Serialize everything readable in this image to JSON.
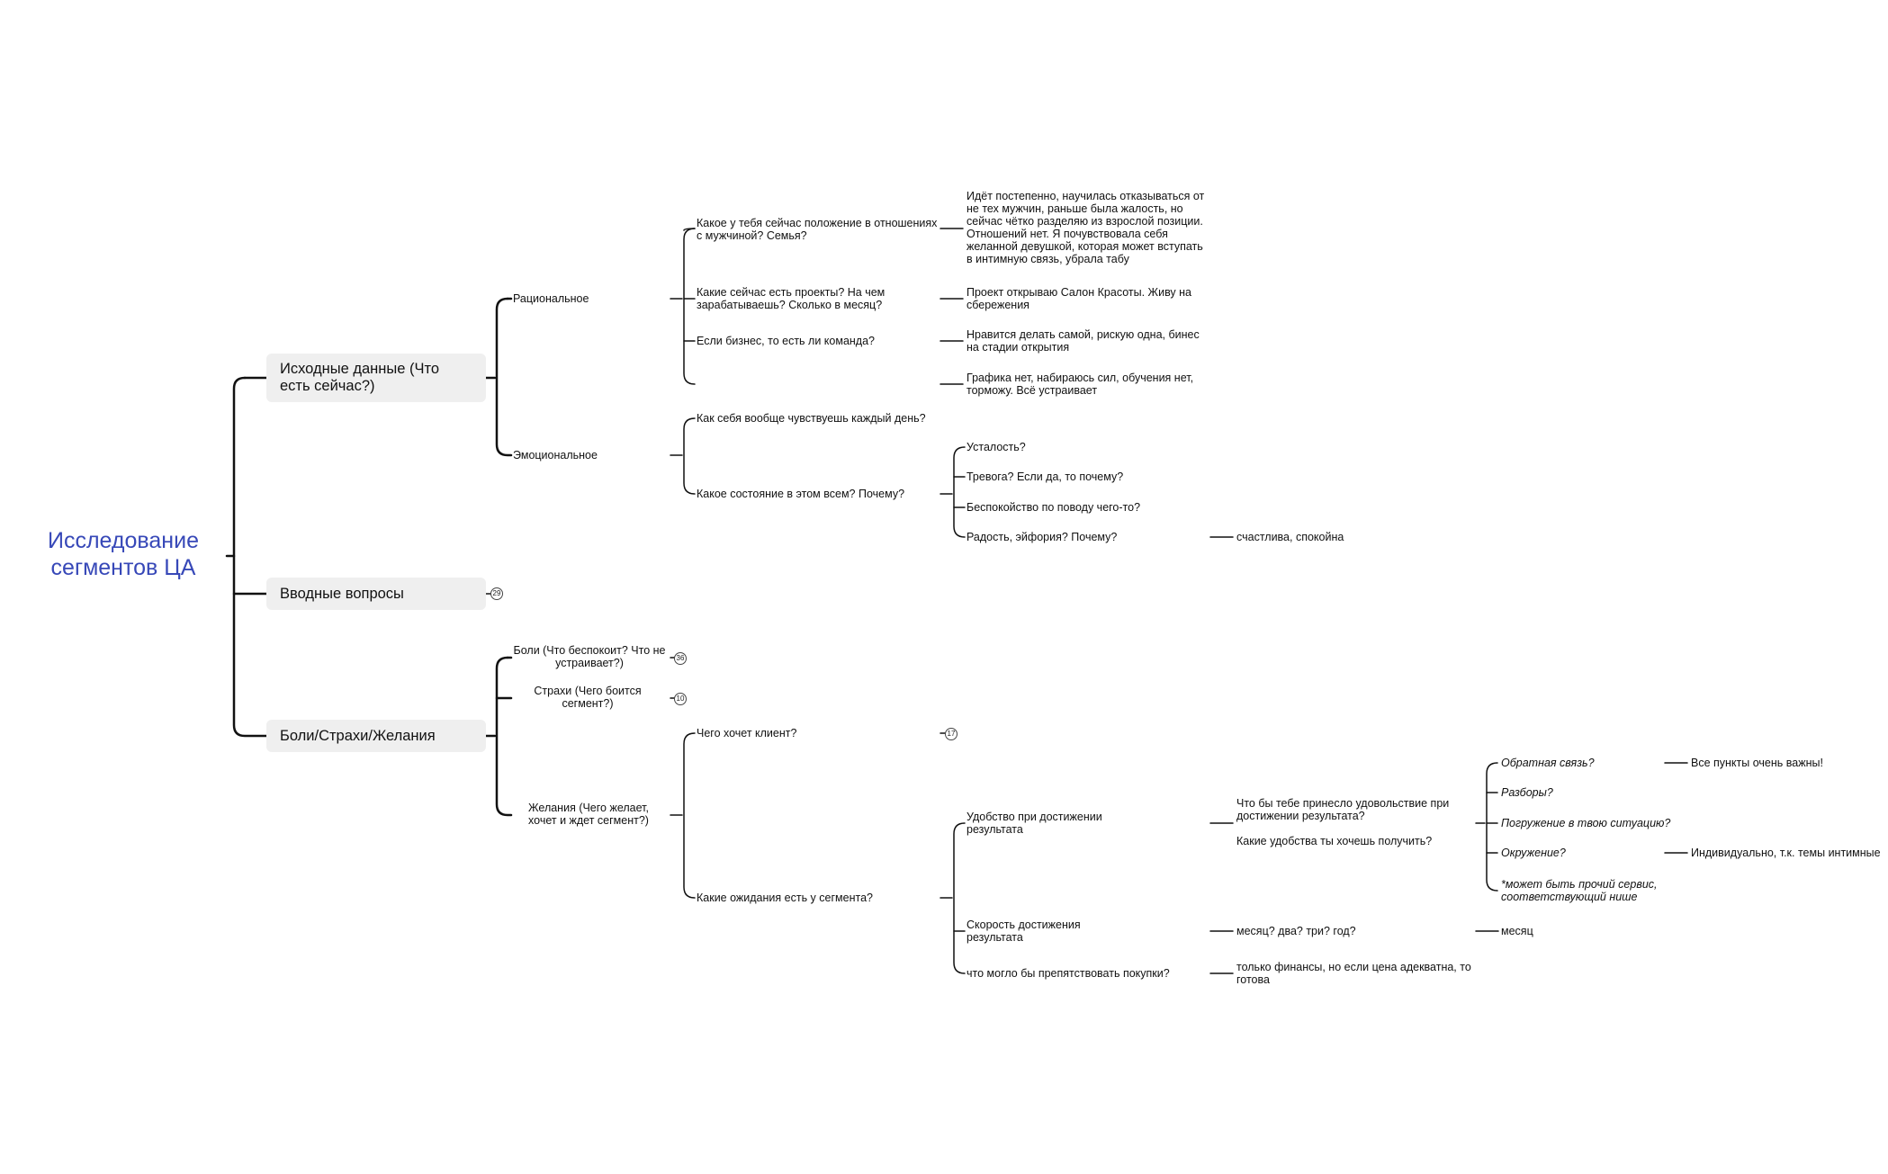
{
  "root": "Исследование сегментов ЦА",
  "sections": [
    {
      "label": "Исходные данные (Что есть сейчас?)"
    },
    {
      "label": "Вводные вопросы",
      "count": "29"
    },
    {
      "label": "Боли/Страхи/Желания"
    }
  ],
  "source": {
    "rational": {
      "label": "Рациональное",
      "questions": [
        {
          "q": "Какое у тебя сейчас положение в отношениях с мужчиной? Семья?",
          "a": "Идёт постепенно, научилась отказываться от не тех мужчин, раньше была жалость, но сейчас чётко разделяю из взрослой позиции. Отношений нет. Я почувствовала себя желанной девушкой, которая может вступать в интимную связь, убрала табу"
        },
        {
          "q": "Какие сейчас есть проекты? На чем зарабатываешь? Сколько в месяц?",
          "a": "Проект открываю Салон Красоты. Живу на сбережения"
        },
        {
          "q": "Если бизнес, то есть ли команда?",
          "a": "Нравится делать самой, рискую одна, бинес на стадии открытия"
        },
        {
          "q": "",
          "a": "Графика нет, набираюсь сил, обучения нет, торможу. Всё устраивает"
        }
      ]
    },
    "emotional": {
      "label": "Эмоциональное",
      "q1": "Как себя вообще чувствуешь каждый день?",
      "q2": "Какое состояние в этом всем? Почему?",
      "states": [
        "Усталость?",
        "Тревога? Если да, то почему?",
        "Беспокойство по поводу чего-то?",
        "Радость, эйфория? Почему?"
      ],
      "joy_answer": "счастлива, спокойна"
    }
  },
  "pains": {
    "pain": {
      "label": "Боли (Что  беспокоит? Что не устраивает?)",
      "count": "36"
    },
    "fears": {
      "label": "Страхи (Чего боится сегмент?)",
      "count": "10"
    },
    "desires": {
      "label": "Желания (Чего желает, хочет и ждет сегмент?)",
      "client_wants": {
        "label": "Чего хочет клиент?",
        "count": "17"
      },
      "expectations": {
        "label": "Какие ожидания есть у сегмента?",
        "comfort": {
          "label": "Удобство при достижении результата",
          "q1": "Что бы тебе принесло удовольствие при достижении результата?",
          "q2": "Какие удобства ты хочешь получить?",
          "items": [
            {
              "label": "Обратная связь?",
              "note": "Все пункты очень важны!"
            },
            {
              "label": "Разборы?",
              "note": ""
            },
            {
              "label": "Погружение в твою ситуацию?",
              "note": ""
            },
            {
              "label": "Окружение?",
              "note": "Индивидуально, т.к. темы интимные"
            },
            {
              "label": "*может быть прочий сервис, соответствующий нише",
              "note": ""
            }
          ]
        },
        "speed": {
          "label": "Скорость достижения результата",
          "q": "месяц? два? три? год?",
          "a": "месяц"
        },
        "obstacle": {
          "label": "что могло бы препятствовать покупки?",
          "a": "только финансы, но если цена адекватна, то готова"
        }
      }
    }
  }
}
